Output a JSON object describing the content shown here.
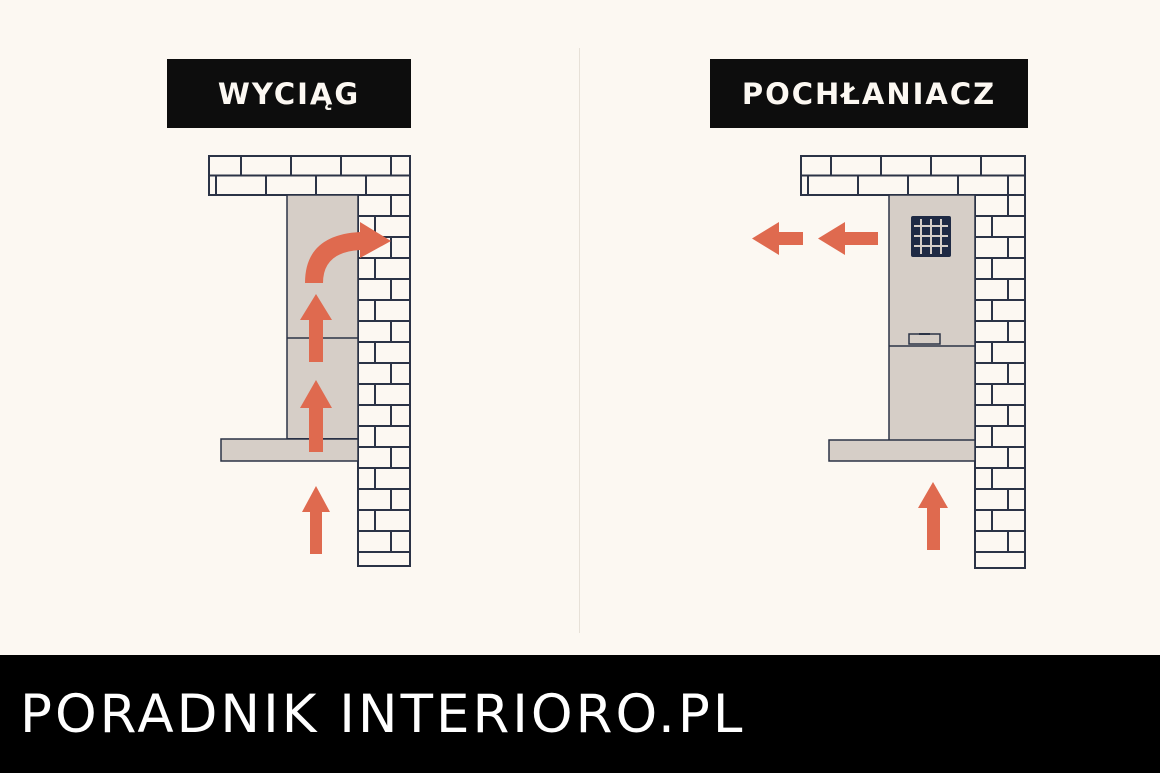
{
  "panels": {
    "left": {
      "title": "WYCIĄG"
    },
    "right": {
      "title": "POCHŁANIACZ"
    }
  },
  "footer": {
    "text": "PORADNIK INTERIORO.PL"
  },
  "colors": {
    "background": "#fcf8f2",
    "label_bg": "#0d0d0d",
    "outline": "#2b3346",
    "hood_fill": "#d6cec7",
    "arrow": "#df6a4f",
    "filter_strip": "#1f2a44",
    "footer_bg": "#000000",
    "footer_text": "#ffffff"
  }
}
